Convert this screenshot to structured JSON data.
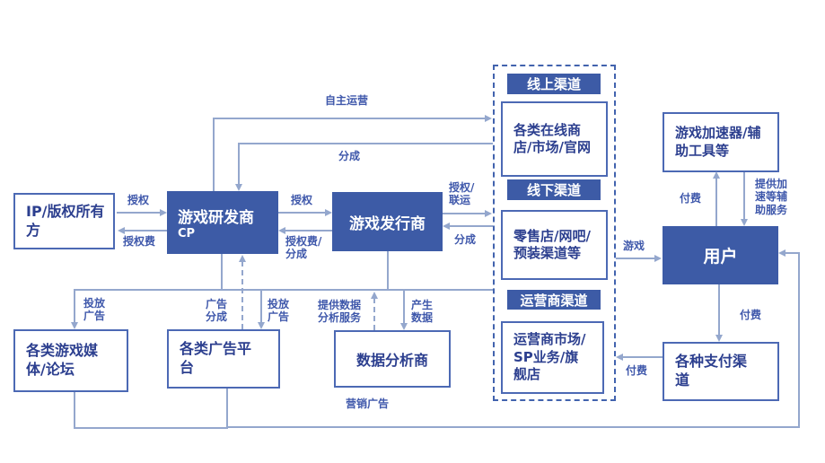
{
  "colors": {
    "box_fill": "#3d5ba6",
    "box_text": "#ffffff",
    "white_box_border": "#4c69b4",
    "white_box_text": "#2c3f8f",
    "line": "#94a7cd",
    "label_text": "#3f58ab",
    "dashed_border": "#4263ae",
    "background": "#ffffff"
  },
  "nodes": {
    "ip_owner": {
      "label": "IP/版权所有方"
    },
    "developer": {
      "label": "游戏研发商",
      "sublabel": "CP"
    },
    "publisher": {
      "label": "游戏发行商"
    },
    "user": {
      "label": "用户"
    },
    "accelerator": {
      "label": "游戏加速器/辅助工具等"
    },
    "payment_channels": {
      "label": "各种支付渠道"
    },
    "game_media": {
      "label": "各类游戏媒体/论坛"
    },
    "ad_platforms": {
      "label": "各类广告平台"
    },
    "data_analytics": {
      "label": "数据分析商"
    }
  },
  "channel_panel": {
    "online": {
      "header": "线上渠道",
      "items": "各类在线商店/市场/官网"
    },
    "offline": {
      "header": "线下渠道",
      "items": "零售店/网吧/预装渠道等"
    },
    "operator": {
      "header": "运营商渠道",
      "items": "运营商市场/SP业务/旗舰店"
    }
  },
  "edges": {
    "ip_to_dev": "授权",
    "dev_to_ip": "授权费",
    "dev_to_pub": "授权",
    "pub_to_dev": "授权费/分成",
    "pub_to_channels": "授权/联运",
    "channels_to_pub": "分成",
    "dev_self_operate": "自主运营",
    "channels_to_dev": "分成",
    "ads_to_media": "投放广告",
    "adplatform_to_dev": "广告分成",
    "ads_to_platform": "投放广告",
    "analytics_service": "提供数据分析服务",
    "generate_data": "产生数据",
    "marketing_ads": "营销广告",
    "game_to_user": "游戏",
    "user_pay_accelerator": "付费",
    "accelerator_service": "提供加速等辅助服务",
    "user_pay_payment": "付费",
    "payment_pay_channels": "付费"
  }
}
